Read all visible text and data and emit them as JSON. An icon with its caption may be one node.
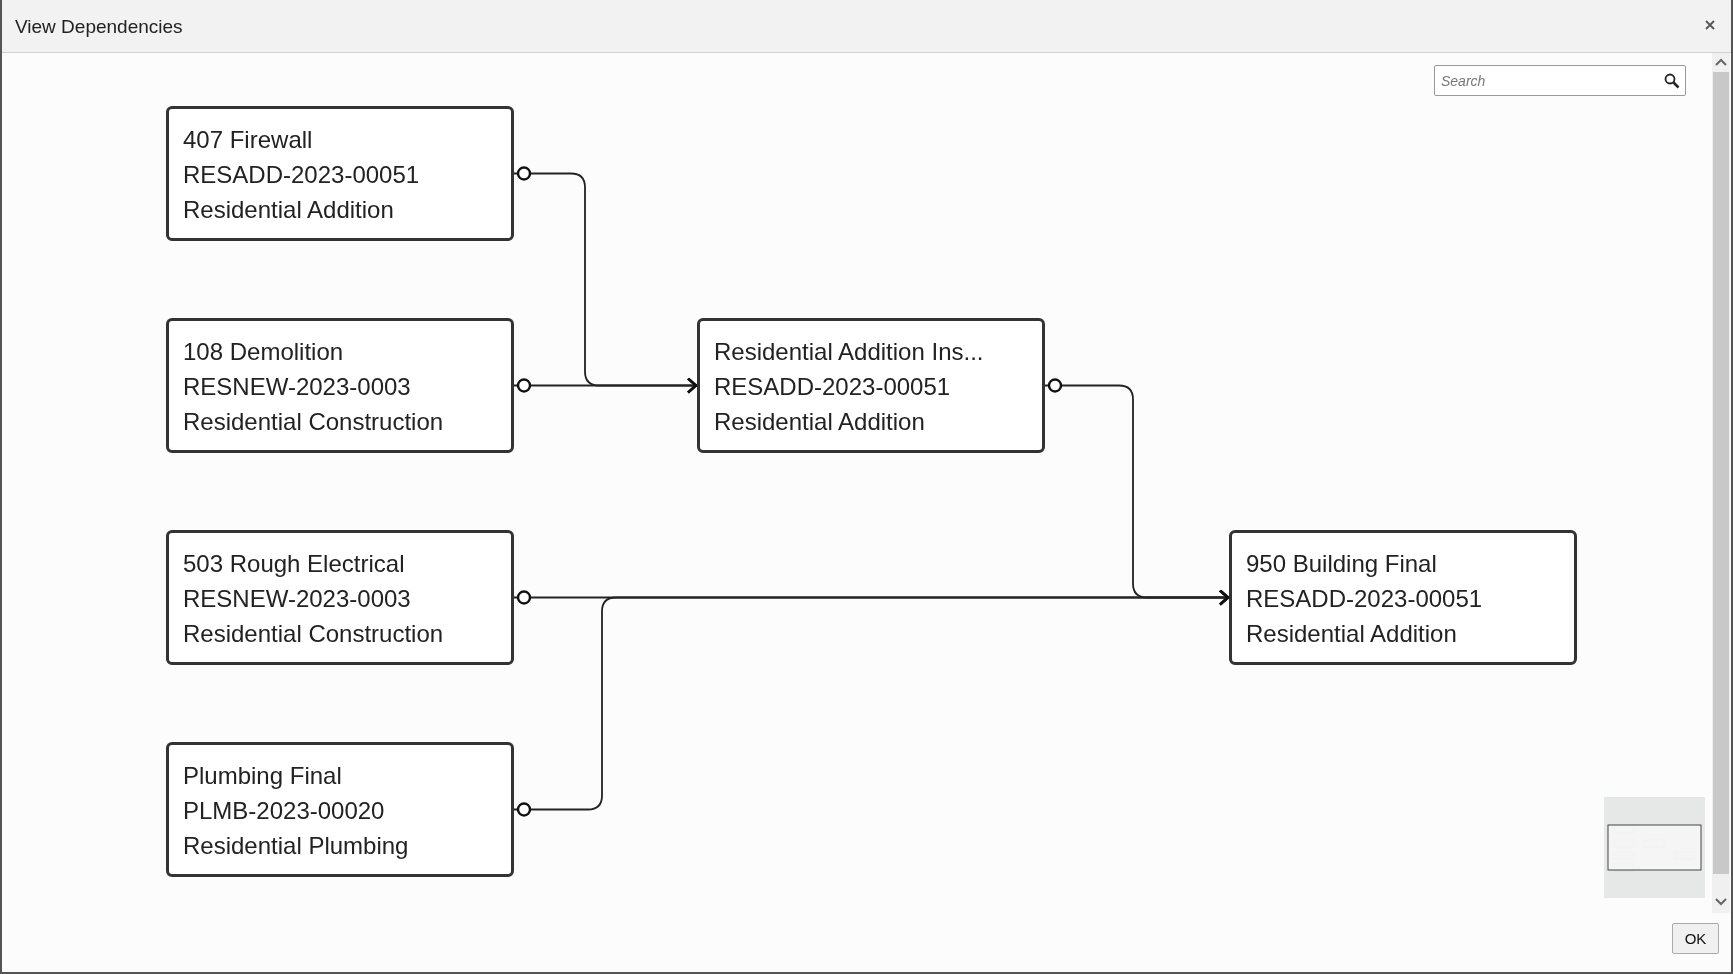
{
  "diagram": {
    "title": "View Dependencies",
    "nodes": [
      {
        "text": [
          "407 Firewall",
          "RESADD-2023-00051",
          "Residential Addition"
        ]
      },
      {
        "text": [
          "108 Demolition",
          "RESNEW-2023-0003",
          "Residential Construction"
        ]
      },
      {
        "text": [
          "Residential Addition Ins...",
          "RESADD-2023-00051",
          "Residential Addition"
        ]
      },
      {
        "text": [
          "503 Rough Electrical",
          "RESNEW-2023-0003",
          "Residential Construction"
        ]
      },
      {
        "text": [
          "950 Building Final",
          "RESADD-2023-00051",
          "Residential Addition"
        ]
      },
      {
        "text": [
          "Plumbing Final",
          "PLMB-2023-00020",
          "Residential Plumbing"
        ]
      }
    ],
    "edges": [
      {
        "from": 0,
        "to": 2,
        "arrow": "to"
      },
      {
        "from": 1,
        "to": 2,
        "arrow": "to"
      },
      {
        "from": 2,
        "to": 4,
        "arrow": "to"
      },
      {
        "from": 3,
        "to": 4,
        "arrow": "to"
      },
      {
        "from": 5,
        "to": 4,
        "arrow": "to"
      }
    ],
    "labels": [
      "Search",
      "OK"
    ]
  }
}
